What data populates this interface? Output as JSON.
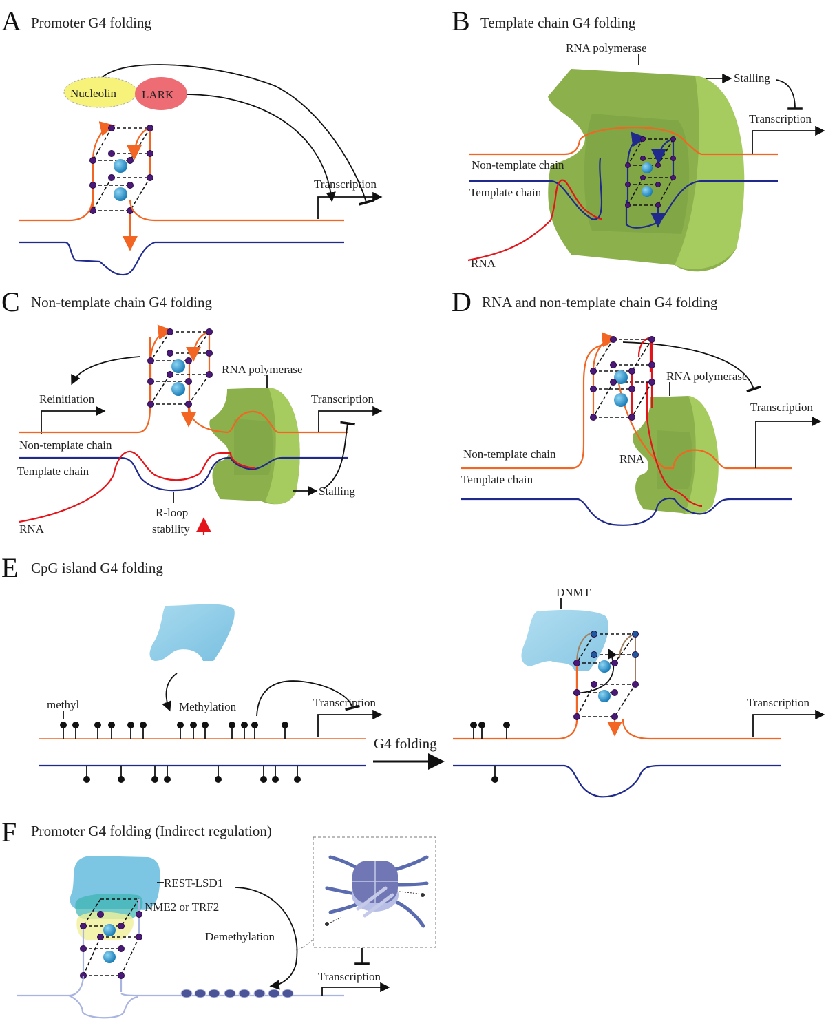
{
  "figure": {
    "panels": [
      {
        "letter": "A",
        "title": "Promoter G4 folding",
        "labels": {
          "protein1": "Nucleolin",
          "protein2": "LARK",
          "transcription": "Transcription"
        }
      },
      {
        "letter": "B",
        "title": "Template chain G4 folding",
        "labels": {
          "polymerase": "RNA polymerase",
          "stalling": "Stalling",
          "transcription": "Transcription",
          "non_template": "Non-template chain",
          "template": "Template chain",
          "rna": "RNA"
        }
      },
      {
        "letter": "C",
        "title": "Non-template chain G4 folding",
        "labels": {
          "reinitiation": "Reinitiation",
          "polymerase": "RNA polymerase",
          "transcription": "Transcription",
          "non_template": "Non-template chain",
          "template": "Template chain",
          "rna": "RNA",
          "rloop_line1": "R-loop",
          "rloop_line2": "stability",
          "stalling": "Stalling"
        }
      },
      {
        "letter": "D",
        "title": "RNA and non-template chain G4 folding",
        "labels": {
          "polymerase": "RNA polymerase",
          "transcription": "Transcription",
          "non_template": "Non-template chain",
          "template": "Template chain",
          "rna": "RNA"
        }
      },
      {
        "letter": "E",
        "title": "CpG island G4 folding",
        "labels": {
          "methylation": "Methylation",
          "methyl": "methyl",
          "transcription_left": "Transcription",
          "g4_folding": "G4 folding",
          "dnmt": "DNMT",
          "transcription_right": "Transcription"
        }
      },
      {
        "letter": "F",
        "title": "Promoter G4 folding (Indirect regulation)",
        "labels": {
          "rest": "REST-LSD1",
          "nme": "NME2 or TRF2",
          "demethylation": "Demethylation",
          "transcription": "Transcription"
        }
      }
    ],
    "colors": {
      "non_template_strand": "#f26522",
      "template_strand": "#1f2a8c",
      "rna": "#e3151a",
      "polymerase": "#8db54a",
      "dnmt": "#8ccbe6",
      "nucleolin": "#f7f37a",
      "lark": "#ee6c73",
      "ion": "#1d8fc8",
      "node": "#4b1a78"
    }
  }
}
